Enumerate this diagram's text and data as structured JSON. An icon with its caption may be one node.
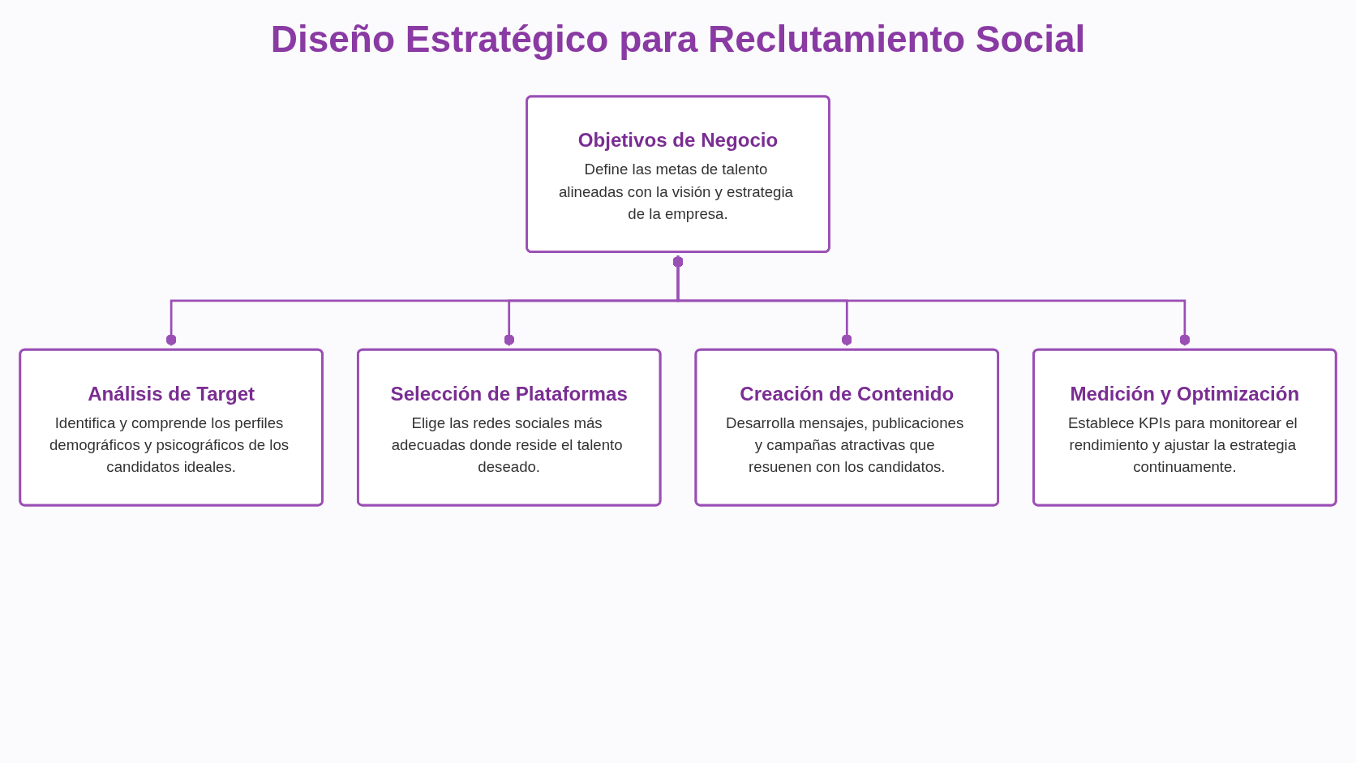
{
  "diagram": {
    "title": "Diseño Estratégico para Reclutamiento Social",
    "nodes": [
      {
        "text": [
          "Objetivos de Negocio",
          "Define las metas de talento alineadas con la visión y estrategia de la empresa."
        ]
      },
      {
        "text": [
          "Análisis de Target",
          "Identifica y comprende los perfiles demográficos y psicográficos de los candidatos ideales."
        ]
      },
      {
        "text": [
          "Selección de Plataformas",
          "Elige las redes sociales más adecuadas donde reside el talento deseado."
        ]
      },
      {
        "text": [
          "Creación de Contenido",
          "Desarrolla mensajes, publicaciones y campañas atractivas que resuenen con los candidatos."
        ]
      },
      {
        "text": [
          "Medición y Optimización",
          "Establece KPIs para monitorear el rendimiento y ajustar la estrategia continuamente."
        ]
      }
    ],
    "edges": [
      {
        "from": 0,
        "to": 1,
        "arrow": "other"
      },
      {
        "from": 0,
        "to": 2,
        "arrow": "other"
      },
      {
        "from": 0,
        "to": 3,
        "arrow": "other"
      },
      {
        "from": 0,
        "to": 4,
        "arrow": "other"
      }
    ]
  }
}
